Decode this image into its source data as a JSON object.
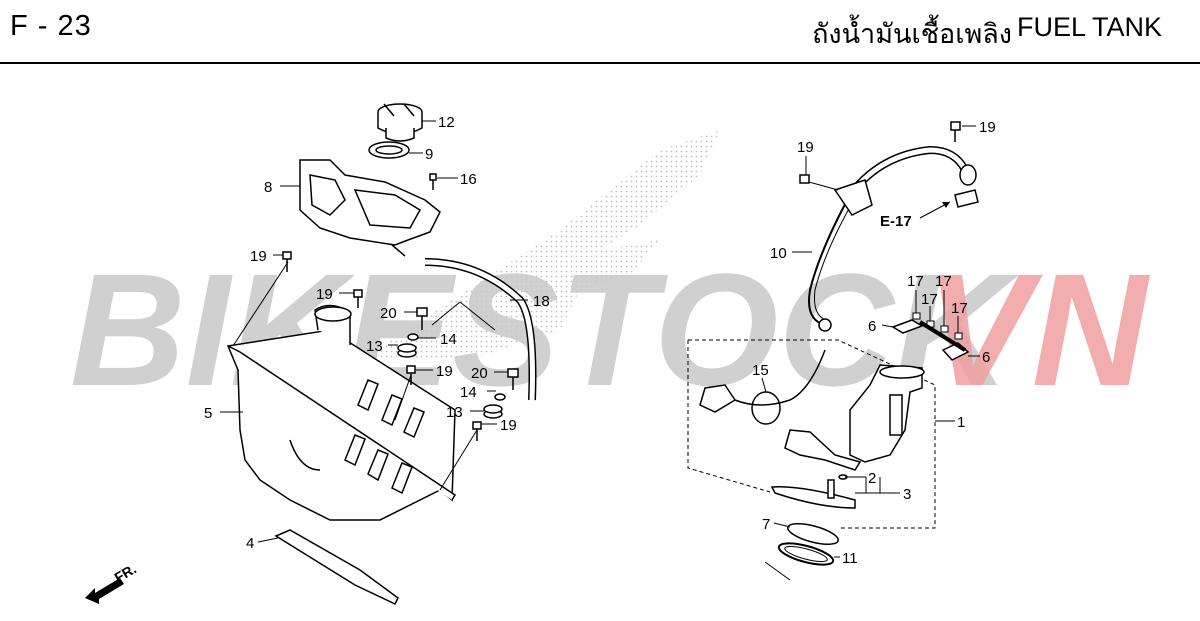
{
  "header": {
    "page_code": "F - 23",
    "title_th": "ถังน้ำมันเชื้อเพลิง",
    "title_en": "FUEL TANK"
  },
  "watermark": {
    "text_main": "BIKESTOCK",
    "text_accent": "VN",
    "main_color": "#c8c8c8",
    "accent_color": "#f0a0a0"
  },
  "callouts": [
    "12",
    "9",
    "16",
    "8",
    "19",
    "19",
    "20",
    "18",
    "14",
    "13",
    "19",
    "20",
    "14",
    "13",
    "19",
    "5",
    "4",
    "19",
    "19",
    "10",
    "17",
    "17",
    "17",
    "17",
    "6",
    "6",
    "15",
    "1",
    "2",
    "3",
    "7",
    "11"
  ],
  "reference": "E-17",
  "front_marker": "FR."
}
